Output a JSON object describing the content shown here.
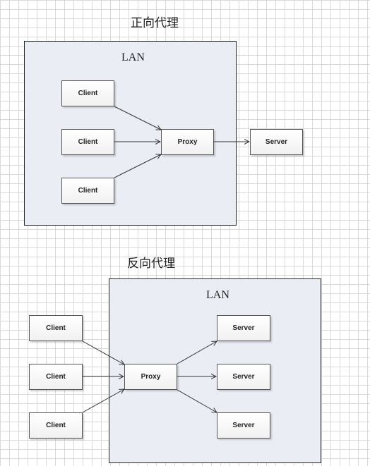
{
  "forward": {
    "title": "正向代理",
    "lan_label": "LAN",
    "clients": [
      "Client",
      "Client",
      "Client"
    ],
    "proxy": "Proxy",
    "server": "Server"
  },
  "reverse": {
    "title": "反向代理",
    "lan_label": "LAN",
    "clients": [
      "Client",
      "Client",
      "Client"
    ],
    "proxy": "Proxy",
    "servers": [
      "Server",
      "Server",
      "Server"
    ]
  }
}
